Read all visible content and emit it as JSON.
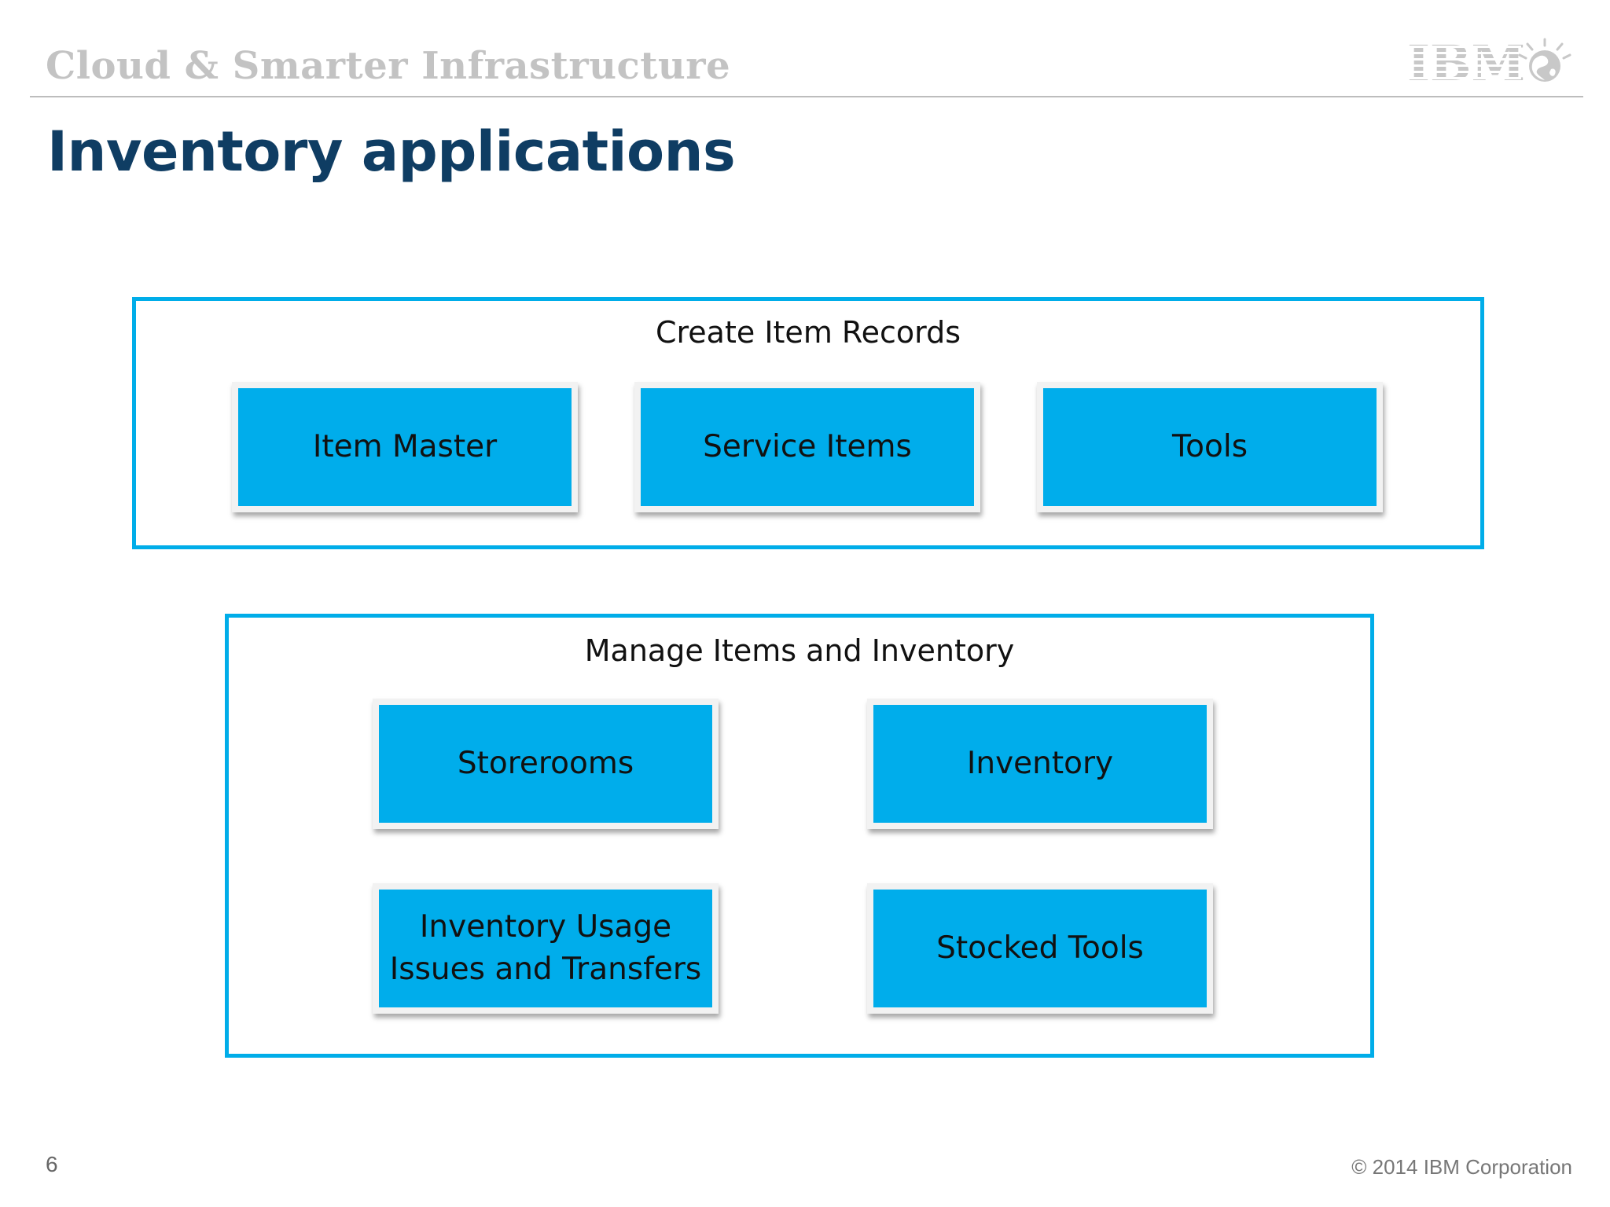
{
  "header": {
    "brand": "Cloud & Smarter Infrastructure",
    "logo_text": "IBM",
    "logo_icon": "globe-icon"
  },
  "title": "Inventory applications",
  "groups": {
    "create": {
      "title": "Create Item Records",
      "items": [
        "Item Master",
        "Service Items",
        "Tools"
      ]
    },
    "manage": {
      "title": "Manage Items and Inventory",
      "items": [
        "Storerooms",
        "Inventory",
        "Inventory Usage\nIssues and Transfers",
        "Stocked Tools"
      ]
    }
  },
  "footer": {
    "page_number": "6",
    "copyright": "© 2014 IBM Corporation"
  },
  "colors": {
    "accent_blue": "#00adeb",
    "title_navy": "#0f3d63",
    "header_gray": "#c3c3c3"
  }
}
